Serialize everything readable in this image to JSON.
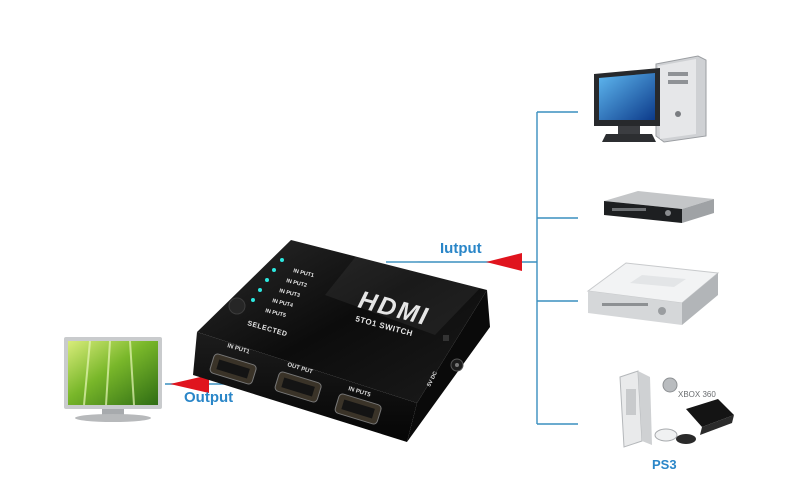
{
  "labels": {
    "input": "Iutput",
    "output": "Output",
    "ps3": "PS3"
  },
  "switch": {
    "brand": "HDMI",
    "model": "5TO1 SWITCH",
    "selected": "SELECTED",
    "leds": [
      "IN PUT1",
      "IN PUT2",
      "IN PUT3",
      "IN PUT4",
      "IN PUT5"
    ],
    "ports": [
      "IN PUT1",
      "OUT PUT",
      "IN PUT5"
    ],
    "power": "5V DC"
  },
  "console": {
    "xbox": "XBOX 360"
  },
  "colors": {
    "line": "#3a8fbf",
    "label": "#2a86c8",
    "arrow": "#e0141e",
    "device": "#111111"
  }
}
